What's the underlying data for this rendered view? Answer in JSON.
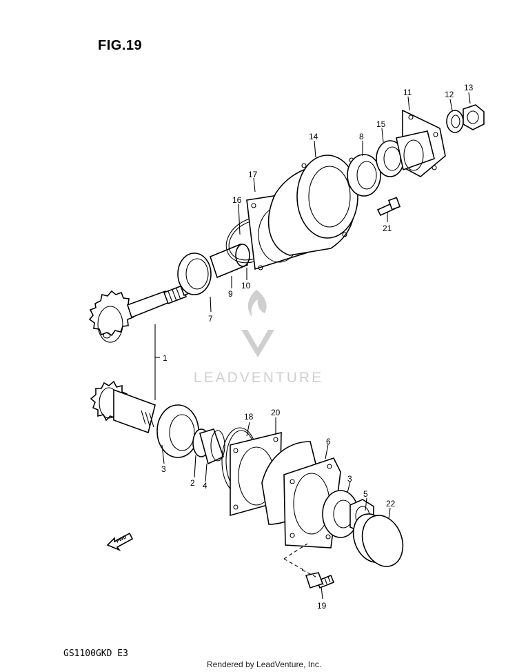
{
  "figure": {
    "title": "FIG.19"
  },
  "model_code": "GS1100GKD E3",
  "credit": "Rendered by LeadVenture, Inc.",
  "watermark": {
    "text": "LEADVENTURE",
    "color": "#cfcfcf"
  },
  "front_arrow": {
    "label": "FWD"
  },
  "callouts": {
    "c1": "1",
    "c2": "2",
    "c3a": "3",
    "c3b": "3",
    "c4": "4",
    "c5": "5",
    "c6": "6",
    "c7": "7",
    "c8": "8",
    "c9": "9",
    "c10": "10",
    "c11": "11",
    "c12": "12",
    "c13": "13",
    "c14": "14",
    "c15": "15",
    "c16": "16",
    "c17": "17",
    "c18": "18",
    "c19": "19",
    "c20": "20",
    "c21": "21",
    "c22": "22"
  }
}
